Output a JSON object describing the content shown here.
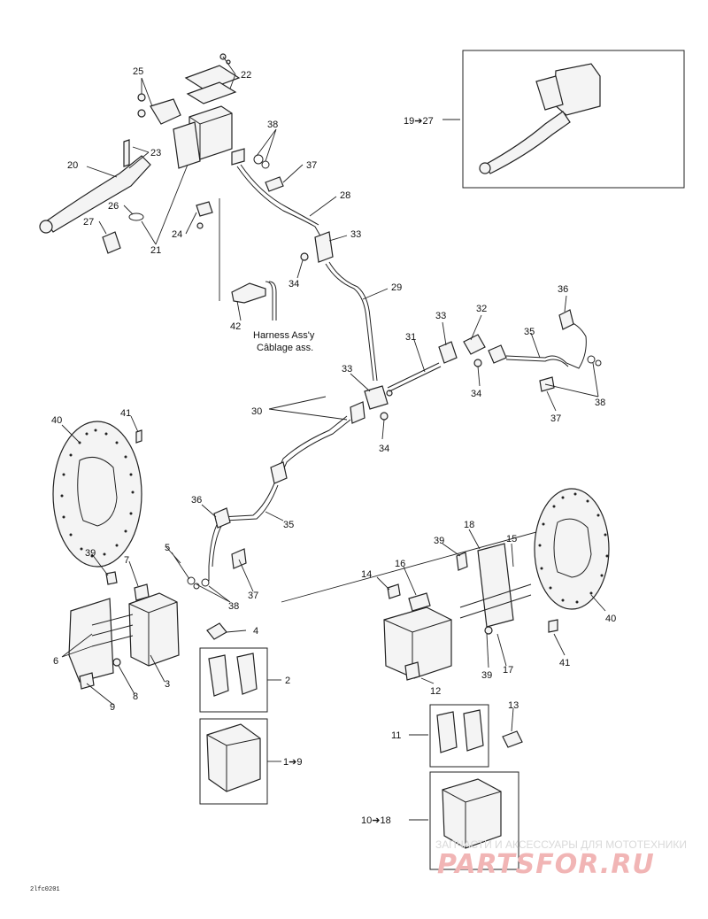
{
  "colors": {
    "line": "#222222",
    "watermark_text": "#d9d9d9",
    "watermark_logo": "#f1b5b5"
  },
  "callouts": {
    "c1to9": "1➔9",
    "c2": "2",
    "c3": "3",
    "c4": "4",
    "c5": "5",
    "c6": "6",
    "c7": "7",
    "c8": "8",
    "c9": "9",
    "c10to18": "10➔18",
    "c11": "11",
    "c12": "12",
    "c13": "13",
    "c14": "14",
    "c15": "15",
    "c16": "16",
    "c17": "17",
    "c18": "18",
    "c19to27": "19➔27",
    "c20": "20",
    "c21": "21",
    "c22": "22",
    "c23": "23",
    "c24": "24",
    "c25": "25",
    "c26": "26",
    "c27": "27",
    "c28": "28",
    "c29": "29",
    "c30": "30",
    "c31": "31",
    "c32": "32",
    "c33": "33",
    "c34": "34",
    "c35": "35",
    "c36": "36",
    "c37": "37",
    "c38": "38",
    "c39": "39",
    "c40": "40",
    "c41": "41",
    "c42": "42"
  },
  "harness_note": {
    "line1": "Harness Ass'y",
    "line2": "Câblage ass."
  },
  "drawing_ref": "2lfc0201",
  "watermark": {
    "subtitle": "ЗАПЧАСТИ И АКСЕССУАРЫ ДЛЯ МОТОТЕХНИКИ",
    "logo": "PARTSFOR.RU"
  }
}
